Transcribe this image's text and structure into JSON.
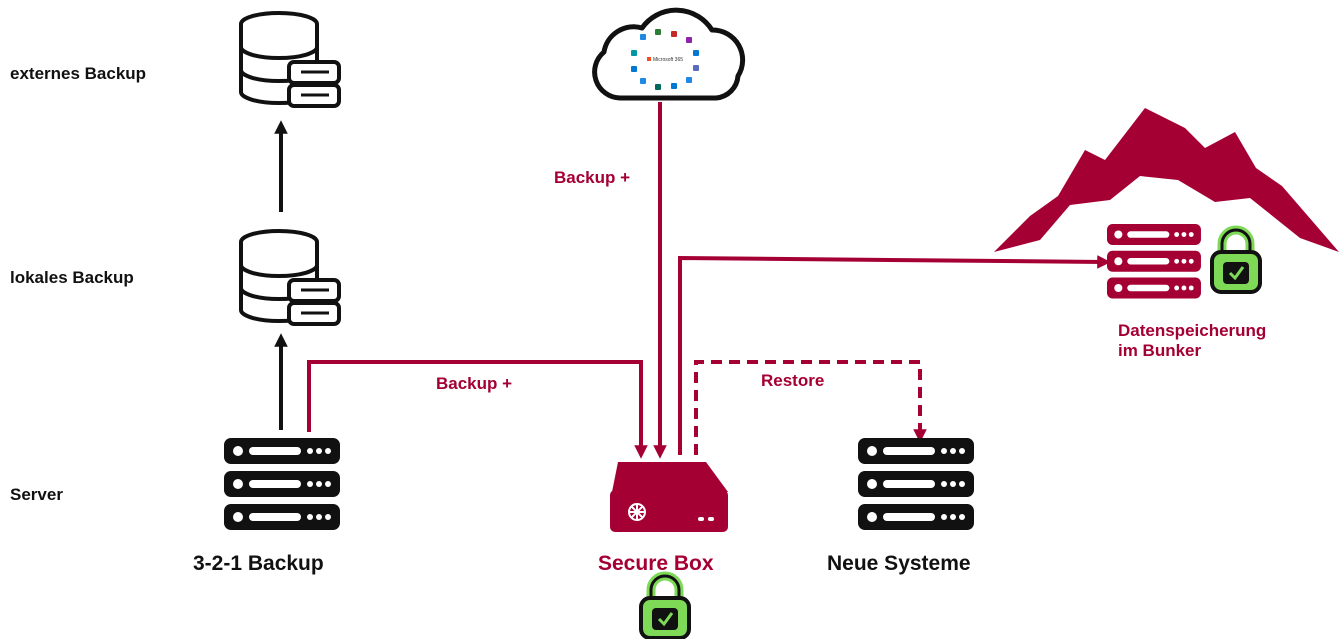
{
  "labels": {
    "externes_backup": "externes Backup",
    "lokales_backup": "lokales Backup",
    "server": "Server",
    "three_two_one": "3-2-1 Backup",
    "secure_box": "Secure Box",
    "neue_systeme": "Neue Systeme",
    "backup_plus_left": "Backup +",
    "backup_plus_cloud": "Backup +",
    "restore": "Restore",
    "bunker_line1": "Datenspeicherung",
    "bunker_line2": "im Bunker",
    "cloud_text": "Microsoft 365"
  },
  "colors": {
    "accent": "#a50034",
    "text": "#111111",
    "lock_green": "#7ed957",
    "lock_body": "#111111"
  },
  "icons": [
    "database-icon",
    "server-rack-icon",
    "cloud-icon",
    "secure-box-icon",
    "lock-icon",
    "mountain-icon"
  ]
}
